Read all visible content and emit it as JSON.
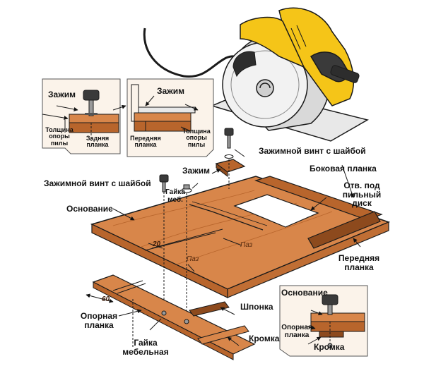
{
  "colors": {
    "wood": "#d8864a",
    "wood_dark": "#b8652c",
    "wood_light": "#eba46c",
    "saw_yellow": "#f5c518",
    "outline": "#1a1a1a",
    "inset_bg": "#fbf3ea"
  },
  "icons": [
    "circular-saw",
    "clamp-knob",
    "screw"
  ],
  "labels": {
    "clamp_left": "Зажим",
    "clamp_right": "Зажим",
    "thickness_left": "Толщина опоры пилы",
    "rear_bar": "Задняя планка",
    "front_bar_inset": "Передняя планка",
    "thickness_right": "Толщина опоры пилы",
    "clamp_screw_top": "Зажимной винт с шайбой",
    "clamp_screw_left": "Зажимной винт с шайбой",
    "clamp_main": "Зажим",
    "side_bar": "Боковая планка",
    "furniture_nut_top": "Гайка меб.",
    "base": "Основание",
    "blade_hole": "Отв. под пильный диск",
    "front_bar": "Передняя планка",
    "groove_1": "Паз",
    "groove_2": "Паз",
    "dim_20": "20",
    "dim_60": "60",
    "key": "Шпонка",
    "support_bar": "Опорная планка",
    "furniture_nut": "Гайка мебельная",
    "edge": "Кромка",
    "inset_base": "Основание",
    "inset_support": "Опорная планка",
    "inset_edge": "Кромка"
  }
}
